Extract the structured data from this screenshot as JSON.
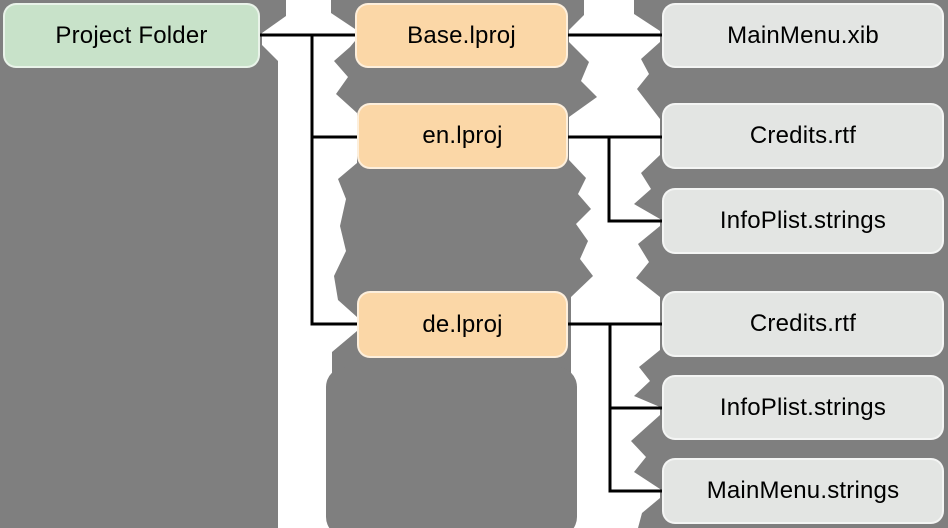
{
  "diagram": {
    "root": {
      "label": "Project Folder"
    },
    "folders": [
      {
        "label": "Base.lproj",
        "files": [
          {
            "label": "MainMenu.xib"
          }
        ]
      },
      {
        "label": "en.lproj",
        "files": [
          {
            "label": "Credits.rtf"
          },
          {
            "label": "InfoPlist.strings"
          }
        ]
      },
      {
        "label": "de.lproj",
        "files": [
          {
            "label": "Credits.rtf"
          },
          {
            "label": "InfoPlist.strings"
          },
          {
            "label": "MainMenu.strings"
          }
        ]
      }
    ],
    "colors": {
      "background": "#7f7f7f",
      "root_fill": "#c8e2c9",
      "folder_fill": "#fbd7a7",
      "file_fill": "#e3e5e3",
      "connector": "#000000",
      "torn_gap": "#ffffff",
      "text": "#000000"
    }
  }
}
